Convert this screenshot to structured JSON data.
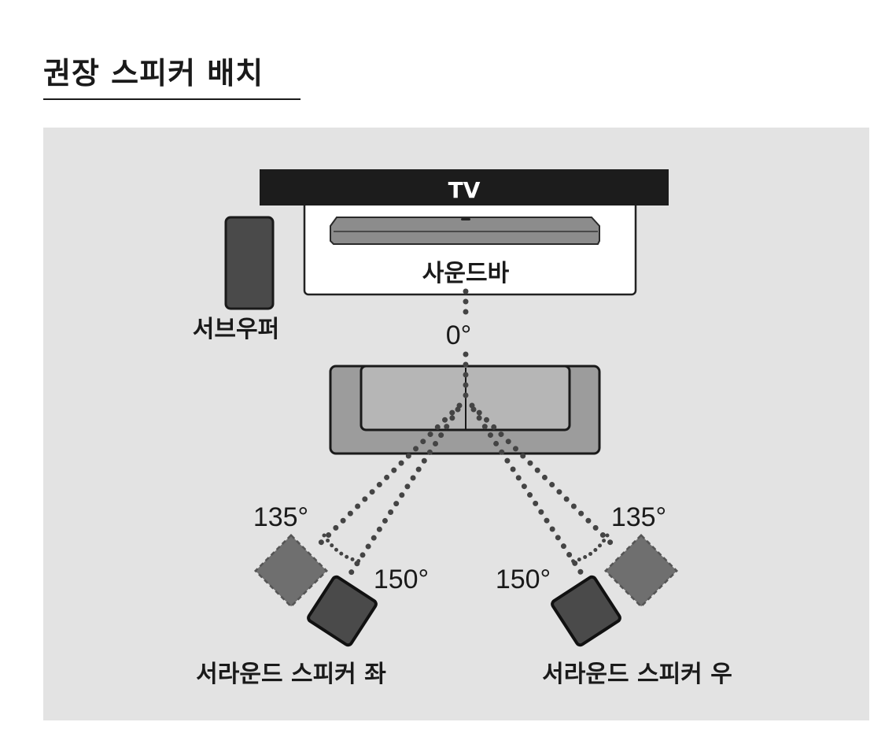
{
  "title": "권장 스피커 배치",
  "diagram": {
    "tv_label": "TV",
    "soundbar_label": "사운드바",
    "subwoofer_label": "서브우퍼",
    "front_angle": "0°",
    "left_135": "135°",
    "left_150": "150°",
    "right_150": "150°",
    "right_135": "135°",
    "surround_left_label": "서라운드 스피커 좌",
    "surround_right_label": "서라운드 스피커 우"
  },
  "colors": {
    "panel": "#e3e3e3",
    "tv": "#1c1c1c",
    "speaker": "#4a4a4a",
    "sofa": "#9c9c9c"
  }
}
